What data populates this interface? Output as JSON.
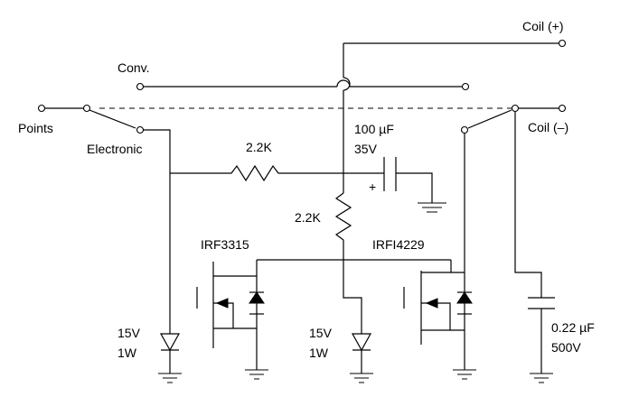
{
  "terminals": {
    "coil_pos": "Coil (+)",
    "coil_neg": "Coil (–)",
    "conv": "Conv.",
    "points": "Points",
    "electronic": "Electronic"
  },
  "components": {
    "resistor_horizontal": "2.2K",
    "resistor_vertical": "2.2K",
    "cap_main_value": "100 µF",
    "cap_main_voltage": "35V",
    "cap_polarity": "+",
    "mosfet_left": "IRF3315",
    "mosfet_right": "IRFI4229",
    "zener_left_voltage": "15V",
    "zener_left_power": "1W",
    "zener_mid_voltage": "15V",
    "zener_mid_power": "1W",
    "cap_snubber_value": "0.22 µF",
    "cap_snubber_voltage": "500V"
  }
}
